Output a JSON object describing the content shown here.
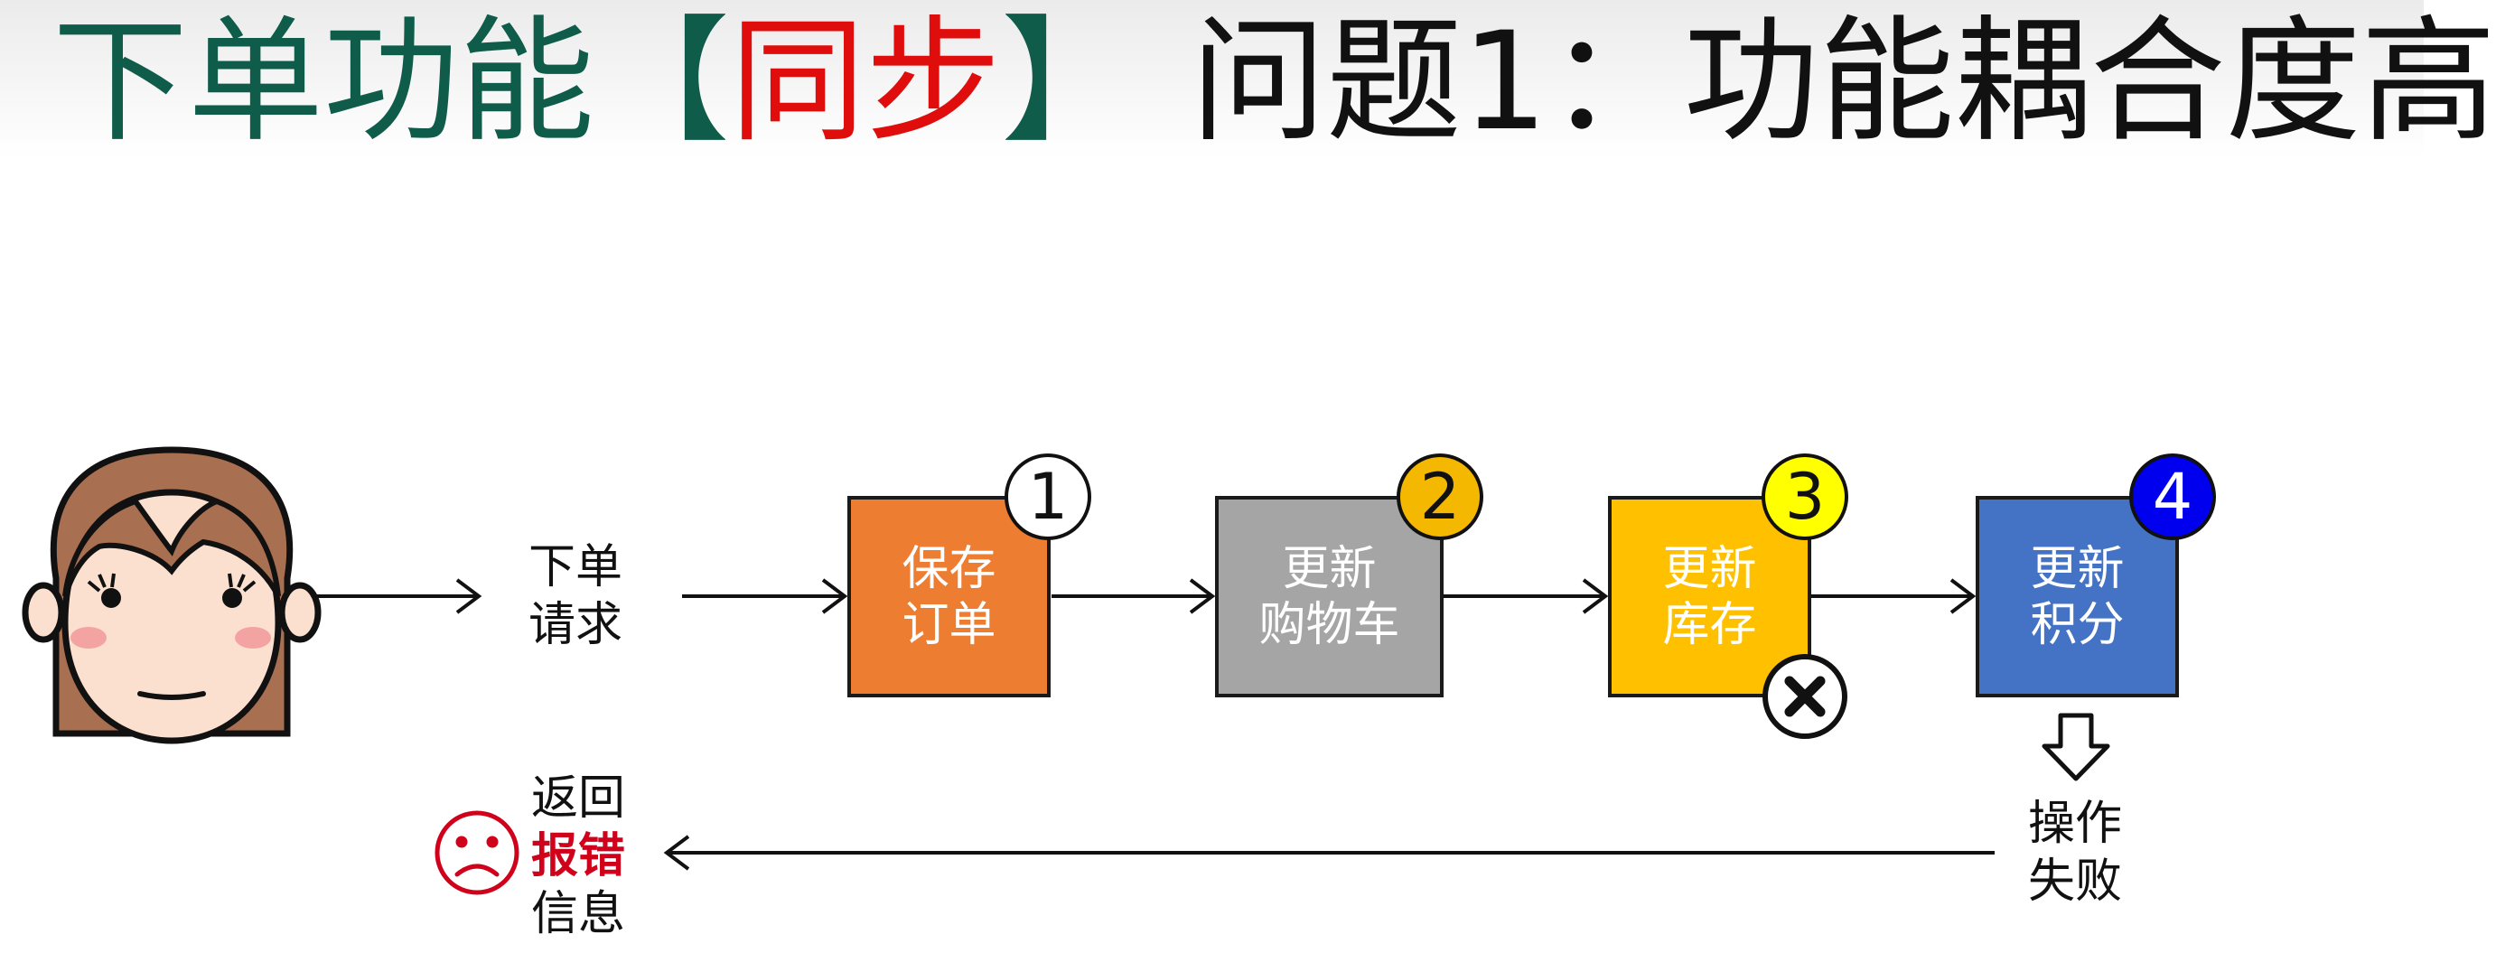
{
  "title": {
    "part1": "下单功能【",
    "part2": "同步",
    "part3": "】",
    "part4": "问题1：功能耦合度高"
  },
  "request": {
    "line1": "下单",
    "line2": "请求"
  },
  "steps": [
    {
      "line1": "保存",
      "line2": "订单",
      "badge": "1",
      "color": "#ed7d31",
      "badge_color": "#ffffff",
      "badge_text_color": "#111111"
    },
    {
      "line1": "更新",
      "line2": "购物车",
      "badge": "2",
      "color": "#a5a5a5",
      "badge_color": "#f5b800",
      "badge_text_color": "#111111"
    },
    {
      "line1": "更新",
      "line2": "库存",
      "badge": "3",
      "color": "#ffc000",
      "badge_color": "#ffff00",
      "badge_text_color": "#111111"
    },
    {
      "line1": "更新",
      "line2": "积分",
      "badge": "4",
      "color": "#4472c4",
      "badge_color": "#0000ee",
      "badge_text_color": "#ffffff"
    }
  ],
  "failure": {
    "line1": "操作",
    "line2": "失败"
  },
  "return_msg": {
    "line1": "返回",
    "line2": "报错",
    "line3": "信息",
    "highlight_color": "#d0021b"
  },
  "icons": [
    "girl-avatar-icon",
    "error-x-icon",
    "sad-face-icon",
    "down-arrow-icon"
  ]
}
